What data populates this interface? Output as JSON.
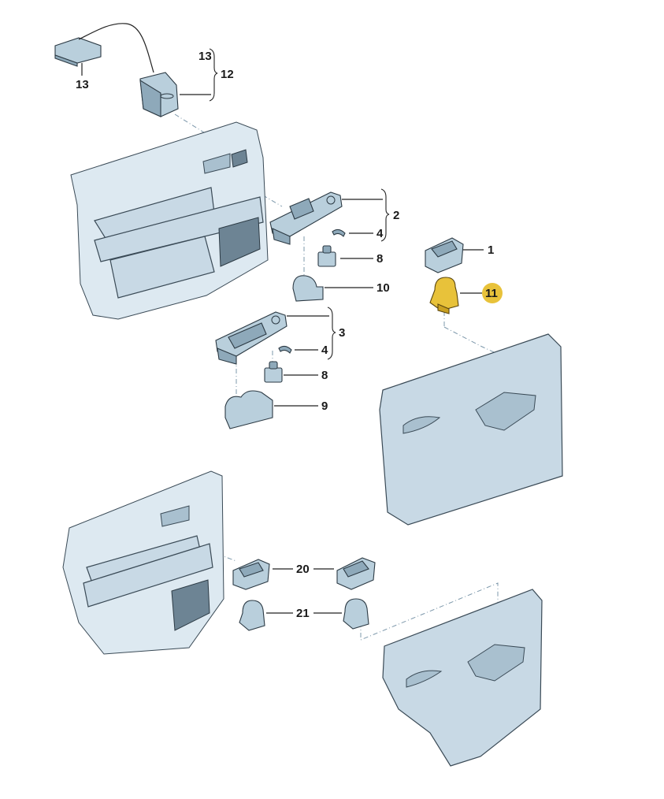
{
  "diagram": {
    "type": "exploded-parts-diagram",
    "subject": "Door trim panels with window / mirror control switches",
    "highlight_color": "#e8c23a",
    "line_color": "#222222",
    "part_color": "#c8d9e5",
    "callouts": [
      {
        "id": "c13a",
        "label": "13",
        "part": "connector-plug"
      },
      {
        "id": "c13b",
        "label": "13",
        "part": "harness-bracket-ref"
      },
      {
        "id": "c12",
        "label": "12",
        "part": "seat-switch-assembly"
      },
      {
        "id": "c2",
        "label": "2",
        "part": "driver-switch-unit"
      },
      {
        "id": "c4a",
        "label": "4",
        "part": "clip"
      },
      {
        "id": "c8a",
        "label": "8",
        "part": "mirror-adjust-knob"
      },
      {
        "id": "c10",
        "label": "10",
        "part": "switch-button-single"
      },
      {
        "id": "c3",
        "label": "3",
        "part": "driver-switch-unit-double"
      },
      {
        "id": "c4b",
        "label": "4",
        "part": "clip"
      },
      {
        "id": "c8b",
        "label": "8",
        "part": "mirror-adjust-knob"
      },
      {
        "id": "c9",
        "label": "9",
        "part": "switch-button-double"
      },
      {
        "id": "c1",
        "label": "1",
        "part": "window-switch-housing"
      },
      {
        "id": "c11",
        "label": "11",
        "part": "window-switch-button",
        "highlighted": true
      },
      {
        "id": "c20",
        "label": "20",
        "part": "rear-window-switch-housing"
      },
      {
        "id": "c21",
        "label": "21",
        "part": "rear-window-switch-button"
      }
    ]
  }
}
